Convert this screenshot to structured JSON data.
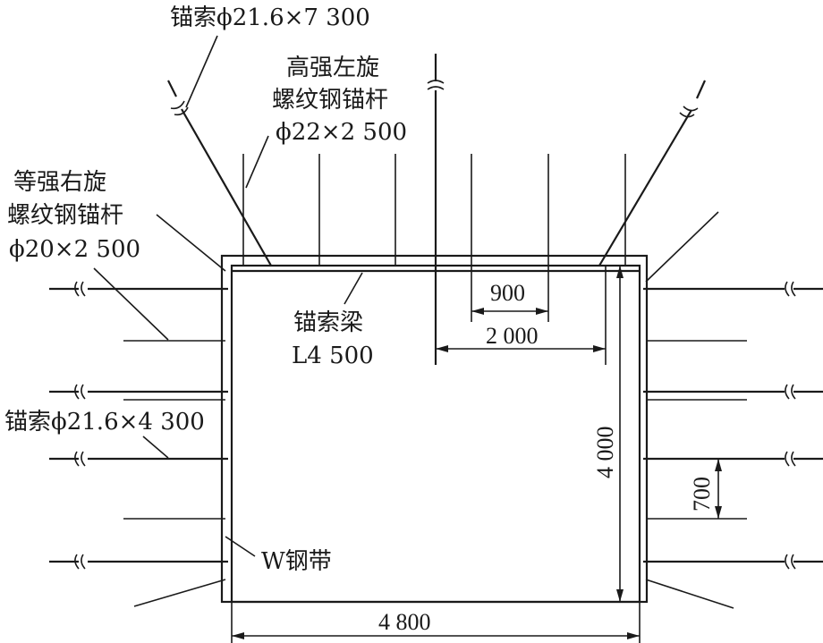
{
  "labels": {
    "cable_long": "锚索ϕ21.6×7 300",
    "bolt_top_line1": "高强左旋",
    "bolt_top_line2": "螺纹钢锚杆",
    "bolt_top_line3": "ϕ22×2 500",
    "bolt_side_line1": "等强右旋",
    "bolt_side_line2": "螺纹钢锚杆",
    "bolt_side_line3": "ϕ20×2 500",
    "cable_beam_line1": "锚索梁",
    "cable_beam_line2": "L4 500",
    "cable_short": "锚索ϕ21.6×4 300",
    "steel_strip": "W钢带"
  },
  "dimensions": {
    "bolt_spacing": "900",
    "cable_offset": "2 000",
    "height": "4 000",
    "side_spacing": "700",
    "width": "4 800"
  }
}
